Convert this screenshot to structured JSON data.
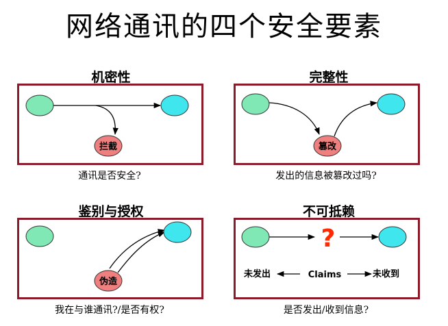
{
  "title": "网络通讯的四个安全要素",
  "panels": [
    {
      "heading": "机密性",
      "caption": "通讯是否安全?",
      "node": "拦截"
    },
    {
      "heading": "完整性",
      "caption": "发出的信息被篡改过吗?",
      "node": "篡改"
    },
    {
      "heading": "鉴别与授权",
      "caption": "我在与谁通讯?/是否有权?",
      "node": "伪造"
    },
    {
      "heading": "不可抵赖",
      "caption": "是否发出/收到信息?",
      "node": "?",
      "flow": {
        "left": "未发出",
        "middle": "Claims",
        "right": "未收到"
      }
    }
  ],
  "colors": {
    "frame": "#8b1a2b",
    "green_node": "#7fe8b4",
    "cyan_node": "#3fe6ee",
    "red_node": "#f08080",
    "question": "#ff2a00"
  }
}
